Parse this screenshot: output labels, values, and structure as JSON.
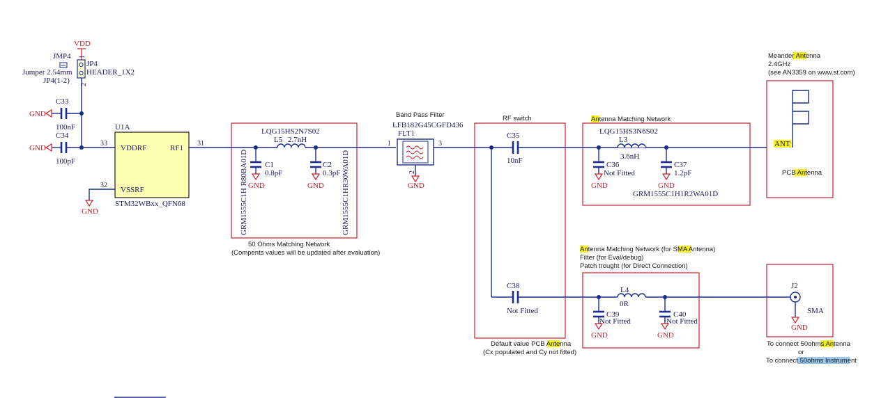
{
  "power": {
    "vdd": "VDD",
    "gnd": "GND"
  },
  "jumper": {
    "ref_jmp": "JMP4",
    "ref_jp": "JP4",
    "desc": "Jumper 2.54mm",
    "pin_ref": "JP4(1-2)",
    "value": "HEADER_1X2",
    "pin1": "1",
    "pin2": "2"
  },
  "c33": {
    "ref": "C33",
    "value": "100nF"
  },
  "c34": {
    "ref": "C34",
    "value": "100pF"
  },
  "u1": {
    "ref": "U1A",
    "pin_vdd_num": "33",
    "pin_vdd_name": "VDDRF",
    "pin_rf_num": "31",
    "pin_rf_name": "RF1",
    "pin_vss_num": "32",
    "pin_vss_name": "VSSRF",
    "part": "STM32WBxx_QFN68"
  },
  "matching50": {
    "l5_part": "LQG15HS2N7S02",
    "l5_ref": "L5",
    "l5_value": "2.7nH",
    "c1_ref": "C1",
    "c1_value": "0.8pF",
    "c1_part": "GRM1555C1H R80BA01D",
    "c2_ref": "C2",
    "c2_value": "0.3pF",
    "c2_part": "GRM1555C1HR30WA01D",
    "title": "50 Ohms Matching Network",
    "note": "(Compents values will be updated after evaluation)"
  },
  "filter": {
    "title": "Band Pass Filter",
    "part": "LFB182G45CGFD436",
    "ref": "FLT1",
    "pin1": "1",
    "pin2": "2",
    "pin3": "3"
  },
  "rfswitch": {
    "title": "RF switch",
    "c35_ref": "C35",
    "c35_value": "10nF",
    "c38_ref": "C38",
    "c38_value": "Not Fitted",
    "footer1_pre": "Default value PCB ",
    "footer1_hl": "Ant",
    "footer1_post": "enna",
    "footer2": "(Cx populated and Cy not fitted)"
  },
  "ant_match": {
    "title_hl": "Ant",
    "title_post": "enna Matching Network",
    "l3_part": "LQG15HS3N6S02",
    "l3_ref": "L3",
    "l3_value": "3.6nH",
    "c36_ref": "C36",
    "c36_value": "Not Fitted",
    "c37_ref": "C37",
    "c37_value": "1.2pF",
    "c37_part": "GRM1555C1H1R2WA01D"
  },
  "pcb_ant": {
    "title_pre": "Meander ",
    "title_hl": "Ant",
    "title_post": "enna",
    "freq": "2.4GHz",
    "ref": "(see AN3359 on www.st.com)",
    "label_hl": "ANT",
    "name_pre": "PCB ",
    "name_hl": "Ant",
    "name_post": "enna"
  },
  "sma_match": {
    "line1_hl1": "Ant",
    "line1_mid": "enna Matching Network (for SMA ",
    "line1_hl2": "Ant",
    "line1_post": "enna)",
    "line2": "Filter (for Eval/debug)",
    "line3": "Patch trought (for Direct Connection)",
    "l4_ref": "L4",
    "l4_value": "0R",
    "c39_ref": "C39",
    "c39_value": "Not Fitted",
    "c40_ref": "C40",
    "c40_value": "Not Fitted"
  },
  "sma": {
    "ref": "J2",
    "value": "SMA",
    "note1_pre": "To connect 50ohms ",
    "note1_hl": "Ant",
    "note1_post": "enna",
    "note2": "or",
    "note3_pre": "To connect ",
    "note3_hl": "50ohms Instrument"
  }
}
